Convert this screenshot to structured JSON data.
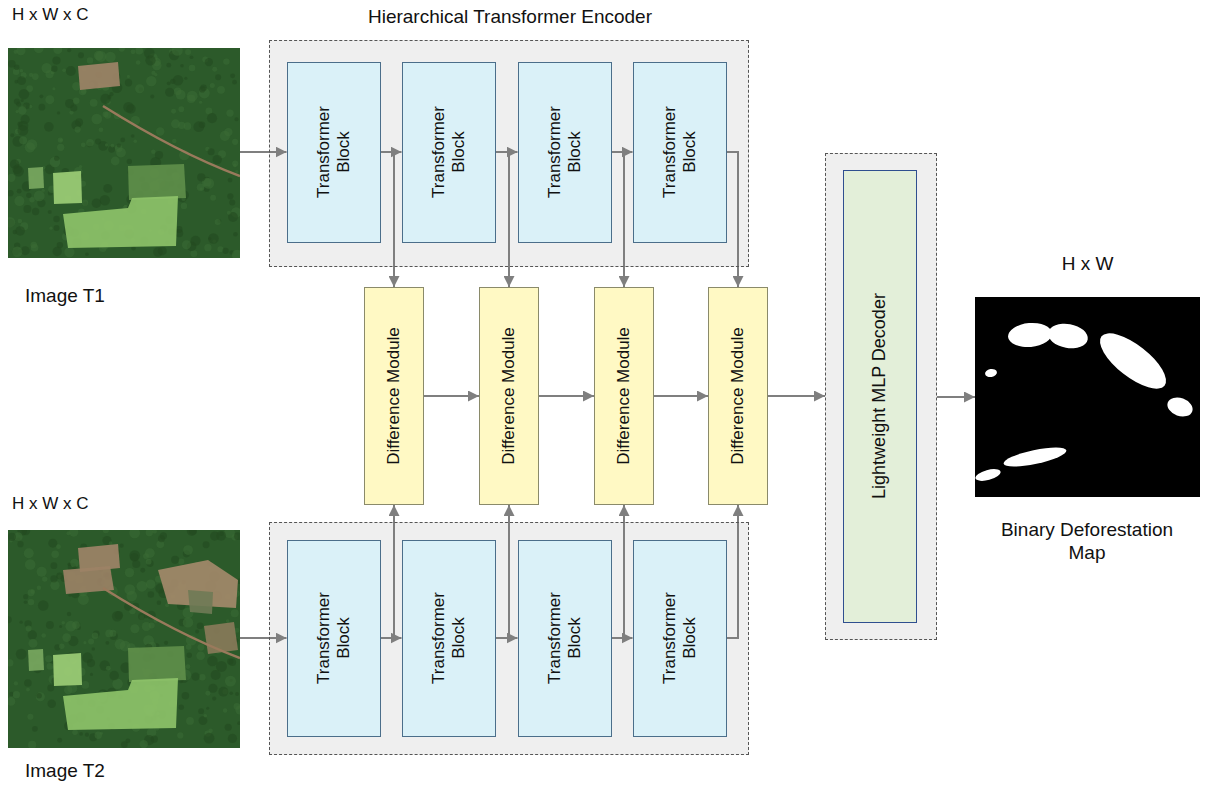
{
  "diagram": {
    "nodes": [
      {
        "text": [
          "H x W x C",
          "Image T1"
        ]
      },
      {
        "text": [
          "Hierarchical Transformer Encoder"
        ]
      },
      {
        "text": [
          "Transformer Block"
        ],
        "in": 1
      },
      {
        "text": [
          "Transformer Block"
        ],
        "in": 1
      },
      {
        "text": [
          "Transformer Block"
        ],
        "in": 1
      },
      {
        "text": [
          "Transformer Block"
        ],
        "in": 1
      },
      {
        "text": [
          "Difference Module"
        ]
      },
      {
        "text": [
          "Difference Module"
        ]
      },
      {
        "text": [
          "Difference Module"
        ]
      },
      {
        "text": [
          "Difference Module"
        ]
      },
      {
        "text": [
          "H x W x C",
          "Image T2"
        ]
      },
      {
        "text": []
      },
      {
        "text": [
          "Transformer Block"
        ],
        "in": 11
      },
      {
        "text": [
          "Transformer Block"
        ],
        "in": 11
      },
      {
        "text": [
          "Transformer Block"
        ],
        "in": 11
      },
      {
        "text": [
          "Transformer Block"
        ],
        "in": 11
      },
      {
        "text": []
      },
      {
        "text": [
          "Lightweight MLP Decoder"
        ],
        "in": 16
      },
      {
        "text": [
          "H x W",
          "Binary Deforestation Map"
        ]
      }
    ],
    "edges": [
      {
        "from": 0,
        "to": 2,
        "arrow": "to"
      },
      {
        "from": 2,
        "to": 3,
        "arrow": "to"
      },
      {
        "from": 3,
        "to": 4,
        "arrow": "to"
      },
      {
        "from": 4,
        "to": 5,
        "arrow": "to"
      },
      {
        "from": 2,
        "to": 6,
        "arrow": "to"
      },
      {
        "from": 3,
        "to": 7,
        "arrow": "to"
      },
      {
        "from": 4,
        "to": 8,
        "arrow": "to"
      },
      {
        "from": 5,
        "to": 9,
        "arrow": "to"
      },
      {
        "from": 10,
        "to": 12,
        "arrow": "to"
      },
      {
        "from": 12,
        "to": 13,
        "arrow": "to"
      },
      {
        "from": 13,
        "to": 14,
        "arrow": "to"
      },
      {
        "from": 14,
        "to": 15,
        "arrow": "to"
      },
      {
        "from": 12,
        "to": 6,
        "arrow": "to"
      },
      {
        "from": 13,
        "to": 7,
        "arrow": "to"
      },
      {
        "from": 14,
        "to": 8,
        "arrow": "to"
      },
      {
        "from": 15,
        "to": 9,
        "arrow": "to"
      },
      {
        "from": 6,
        "to": 7,
        "arrow": "to"
      },
      {
        "from": 7,
        "to": 8,
        "arrow": "to"
      },
      {
        "from": 8,
        "to": 9,
        "arrow": "to"
      },
      {
        "from": 9,
        "to": 16,
        "arrow": "to"
      },
      {
        "from": 16,
        "to": 18,
        "arrow": "to"
      }
    ]
  }
}
